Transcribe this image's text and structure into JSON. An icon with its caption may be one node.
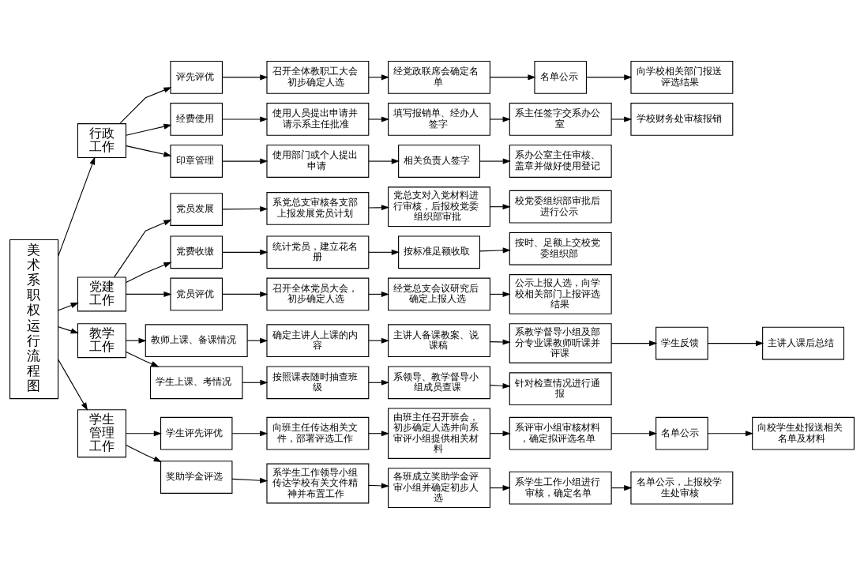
{
  "diagram": {
    "nodes": [
      {
        "text": [
          "美术系职权运行流程图"
        ]
      },
      {
        "text": [
          "行政工作"
        ]
      },
      {
        "text": [
          "评先评优"
        ]
      },
      {
        "text": [
          "召开全体教职工大会初步确定人选"
        ]
      },
      {
        "text": [
          "经党政联席会确定名单"
        ]
      },
      {
        "text": [
          "名单公示"
        ]
      },
      {
        "text": [
          "向学校相关部门报送评选结果"
        ]
      },
      {
        "text": [
          "经费使用"
        ]
      },
      {
        "text": [
          "使用人员提出申请并请示系主任批准"
        ]
      },
      {
        "text": [
          "填写报销单、经办人签字"
        ]
      },
      {
        "text": [
          "系主任签字交系办公室"
        ]
      },
      {
        "text": [
          "学校财务处审核报销"
        ]
      },
      {
        "text": [
          "印章管理"
        ]
      },
      {
        "text": [
          "使用部门或个人提出申请"
        ]
      },
      {
        "text": [
          "相关负责人签字"
        ]
      },
      {
        "text": [
          "系办公室主任审核、盖章并做好使用登记"
        ]
      },
      {
        "text": [
          "党建工作"
        ]
      },
      {
        "text": [
          "党员发展"
        ]
      },
      {
        "text": [
          "系党总支审核各支部上报发展党员计划"
        ]
      },
      {
        "text": [
          "党总支对入党材料进行审核，后报校党委组织部审批"
        ]
      },
      {
        "text": [
          "校党委组织部审批后进行公示"
        ]
      },
      {
        "text": [
          "党费收缴"
        ]
      },
      {
        "text": [
          "统计党员，建立花名册"
        ]
      },
      {
        "text": [
          "按标准足额收取"
        ]
      },
      {
        "text": [
          "按时、足额上交校党委组织部"
        ]
      },
      {
        "text": [
          "党员评优"
        ]
      },
      {
        "text": [
          "召开全体党员大会，初步确定人选"
        ]
      },
      {
        "text": [
          "经党总支会议研究后确定上报人选"
        ]
      },
      {
        "text": [
          "公示上报人选，向学校相关部门上报评选结果"
        ]
      },
      {
        "text": [
          "教学工作"
        ]
      },
      {
        "text": [
          "教师上课、备课情况"
        ]
      },
      {
        "text": [
          "确定主讲人上课的内容"
        ]
      },
      {
        "text": [
          "主讲人备课教案、说课稿"
        ]
      },
      {
        "text": [
          "系教学督导小组及部分专业课教师听课并评课"
        ]
      },
      {
        "text": [
          "学生反馈"
        ]
      },
      {
        "text": [
          "主讲人课后总结"
        ]
      },
      {
        "text": [
          "学生上课、考情况"
        ]
      },
      {
        "text": [
          "按照课表随时抽查班级"
        ]
      },
      {
        "text": [
          "系领导、教学督导小组成员查课"
        ]
      },
      {
        "text": [
          "针对检查情况进行通报"
        ]
      },
      {
        "text": [
          "学生管理工作"
        ]
      },
      {
        "text": [
          "学生评先评优"
        ]
      },
      {
        "text": [
          "向班主任传达相关文件，部署评选工作"
        ]
      },
      {
        "text": [
          "由班主任召开班会，初步确定人选并向系审评小组提供相关材料"
        ]
      },
      {
        "text": [
          "系评审小组审核材料，确定拟评选名单"
        ]
      },
      {
        "text": [
          "名单公示"
        ]
      },
      {
        "text": [
          "向校学生处报送相关名单及材料"
        ]
      },
      {
        "text": [
          "奖助学金评选"
        ]
      },
      {
        "text": [
          "系学生工作领导小组传达学校有关文件精神并布置工作"
        ]
      },
      {
        "text": [
          "各班成立奖助学金评审小组并确定初步人选"
        ]
      },
      {
        "text": [
          "系学生工作小组进行审核，确定名单"
        ]
      },
      {
        "text": [
          "名单公示，上报校学生处审核"
        ]
      }
    ],
    "edges": [
      {
        "from": 0,
        "to": 1,
        "arrow": "to"
      },
      {
        "from": 0,
        "to": 16,
        "arrow": "to"
      },
      {
        "from": 0,
        "to": 29,
        "arrow": "to"
      },
      {
        "from": 0,
        "to": 40,
        "arrow": "to"
      },
      {
        "from": 1,
        "to": 2,
        "arrow": "to"
      },
      {
        "from": 1,
        "to": 7,
        "arrow": "to"
      },
      {
        "from": 1,
        "to": 12,
        "arrow": "to"
      },
      {
        "from": 2,
        "to": 3,
        "arrow": "to"
      },
      {
        "from": 3,
        "to": 4,
        "arrow": "to"
      },
      {
        "from": 4,
        "to": 5,
        "arrow": "to"
      },
      {
        "from": 5,
        "to": 6,
        "arrow": "to"
      },
      {
        "from": 7,
        "to": 8,
        "arrow": "to"
      },
      {
        "from": 8,
        "to": 9,
        "arrow": "to"
      },
      {
        "from": 9,
        "to": 10,
        "arrow": "to"
      },
      {
        "from": 10,
        "to": 11,
        "arrow": "to"
      },
      {
        "from": 12,
        "to": 13,
        "arrow": "to"
      },
      {
        "from": 13,
        "to": 14,
        "arrow": "to"
      },
      {
        "from": 14,
        "to": 15,
        "arrow": "to"
      },
      {
        "from": 16,
        "to": 17,
        "arrow": "to"
      },
      {
        "from": 16,
        "to": 21,
        "arrow": "to"
      },
      {
        "from": 16,
        "to": 25,
        "arrow": "to"
      },
      {
        "from": 17,
        "to": 18,
        "arrow": "to"
      },
      {
        "from": 18,
        "to": 19,
        "arrow": "to"
      },
      {
        "from": 19,
        "to": 20,
        "arrow": "to"
      },
      {
        "from": 21,
        "to": 22,
        "arrow": "to"
      },
      {
        "from": 22,
        "to": 23,
        "arrow": "to"
      },
      {
        "from": 23,
        "to": 24,
        "arrow": "to"
      },
      {
        "from": 25,
        "to": 26,
        "arrow": "to"
      },
      {
        "from": 26,
        "to": 27,
        "arrow": "to"
      },
      {
        "from": 27,
        "to": 28,
        "arrow": "to"
      },
      {
        "from": 29,
        "to": 30,
        "arrow": "to"
      },
      {
        "from": 29,
        "to": 36,
        "arrow": "to"
      },
      {
        "from": 30,
        "to": 31,
        "arrow": "to"
      },
      {
        "from": 31,
        "to": 32,
        "arrow": "to"
      },
      {
        "from": 32,
        "to": 33,
        "arrow": "to"
      },
      {
        "from": 33,
        "to": 34,
        "arrow": "to"
      },
      {
        "from": 34,
        "to": 35,
        "arrow": "to"
      },
      {
        "from": 36,
        "to": 37,
        "arrow": "to"
      },
      {
        "from": 37,
        "to": 38,
        "arrow": "to"
      },
      {
        "from": 38,
        "to": 39,
        "arrow": "to"
      },
      {
        "from": 40,
        "to": 41,
        "arrow": "to"
      },
      {
        "from": 40,
        "to": 47,
        "arrow": "to"
      },
      {
        "from": 41,
        "to": 42,
        "arrow": "to"
      },
      {
        "from": 42,
        "to": 43,
        "arrow": "to"
      },
      {
        "from": 43,
        "to": 44,
        "arrow": "to"
      },
      {
        "from": 44,
        "to": 45,
        "arrow": "to"
      },
      {
        "from": 45,
        "to": 46,
        "arrow": "to"
      },
      {
        "from": 47,
        "to": 48,
        "arrow": "to"
      },
      {
        "from": 48,
        "to": 49,
        "arrow": "to"
      },
      {
        "from": 49,
        "to": 50,
        "arrow": "to"
      },
      {
        "from": 50,
        "to": 51,
        "arrow": "to"
      }
    ]
  }
}
